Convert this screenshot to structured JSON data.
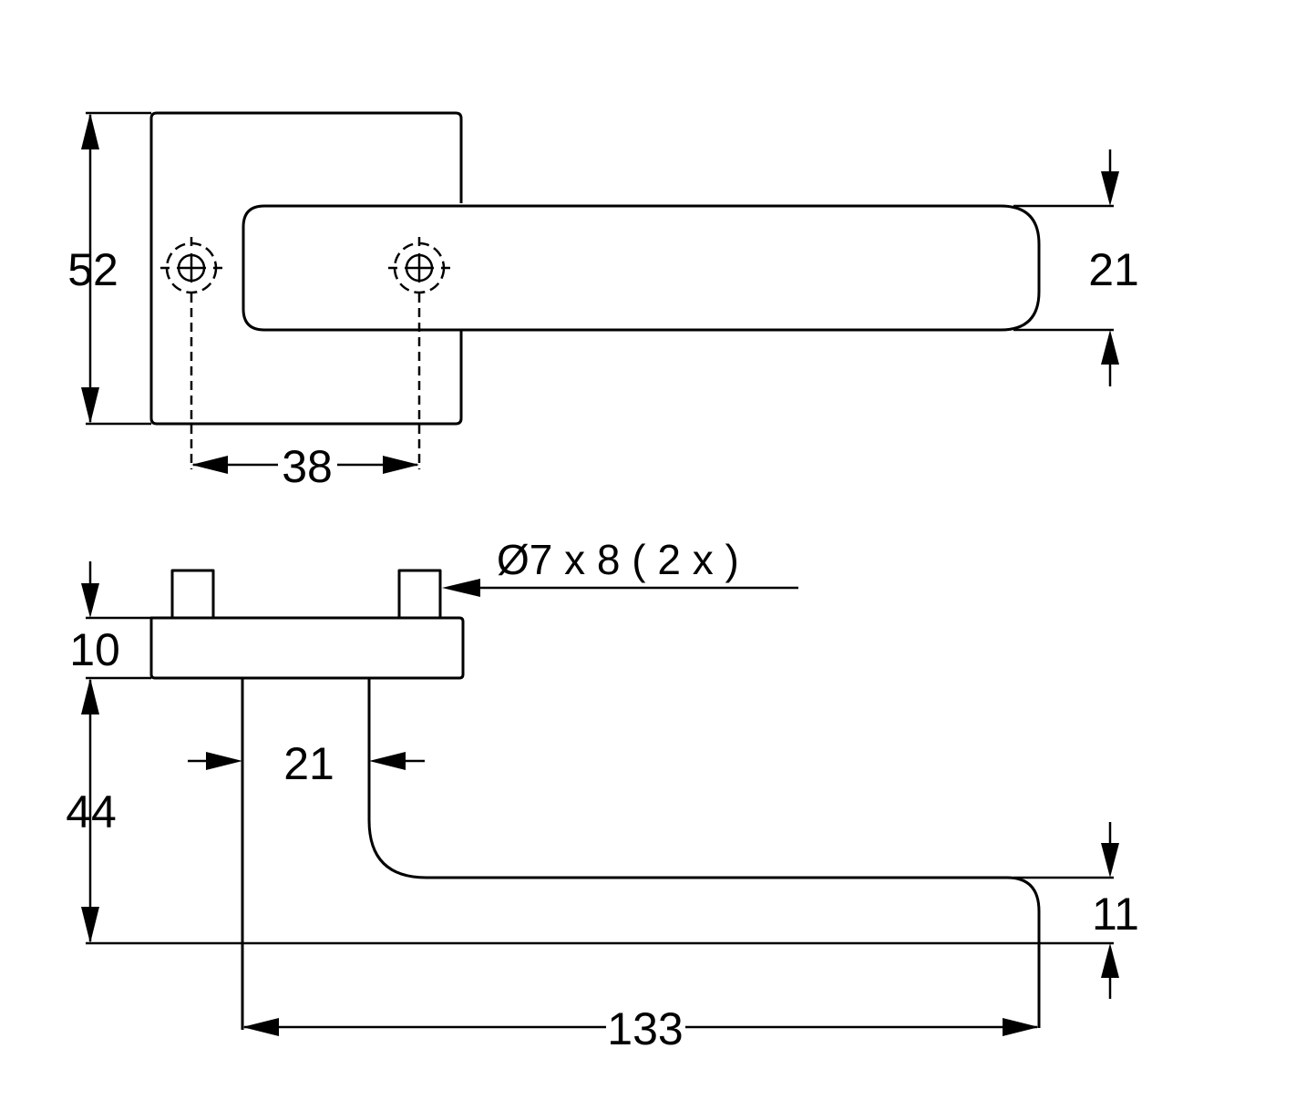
{
  "top_view": {
    "dimensions": {
      "rose_height": "52",
      "lever_height": "21",
      "screw_spacing": "38"
    }
  },
  "side_view": {
    "dimensions": {
      "rose_thickness": "10",
      "lever_offset": "44",
      "neck_width": "21",
      "grip_thickness": "11",
      "lever_length": "133"
    },
    "pin_callout": "Ø7 x 8 ( 2 x )"
  }
}
